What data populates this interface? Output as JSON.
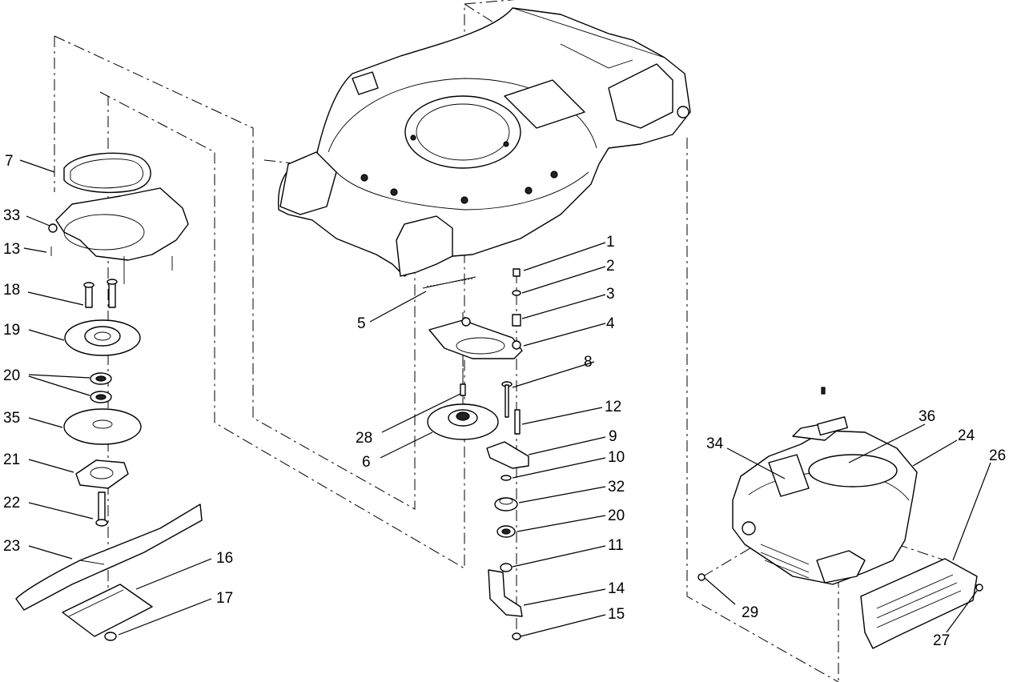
{
  "callouts": {
    "c1": "1",
    "c2": "2",
    "c3": "3",
    "c4": "4",
    "c5": "5",
    "c6": "6",
    "c7": "7",
    "c8": "8",
    "c9": "9",
    "c10": "10",
    "c11": "11",
    "c12": "12",
    "c13": "13",
    "c14": "14",
    "c15": "15",
    "c16": "16",
    "c17": "17",
    "c18": "18",
    "c19": "19",
    "c20a": "20",
    "c20b": "20",
    "c21": "21",
    "c22": "22",
    "c23": "23",
    "c24": "24",
    "c26": "26",
    "c27": "27",
    "c28": "28",
    "c29": "29",
    "c32": "32",
    "c33": "33",
    "c34": "34",
    "c35": "35",
    "c36": "36"
  }
}
